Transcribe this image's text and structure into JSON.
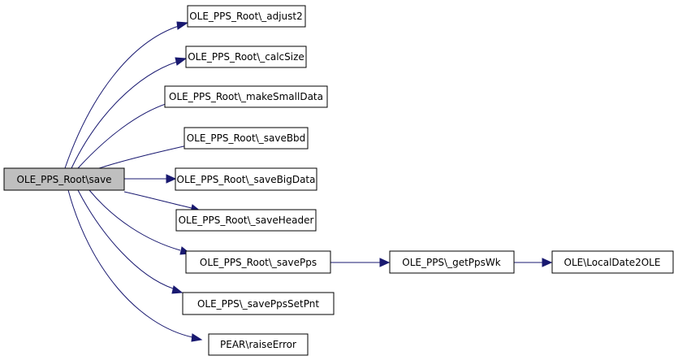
{
  "nodes": {
    "root": "OLE_PPS_Root\\save",
    "adjust2": "OLE_PPS_Root\\_adjust2",
    "calcSize": "OLE_PPS_Root\\_calcSize",
    "makeSmallData": "OLE_PPS_Root\\_makeSmallData",
    "saveBbd": "OLE_PPS_Root\\_saveBbd",
    "saveBigData": "OLE_PPS_Root\\_saveBigData",
    "saveHeader": "OLE_PPS_Root\\_saveHeader",
    "savePps": "OLE_PPS_Root\\_savePps",
    "getPpsWk": "OLE_PPS\\_getPpsWk",
    "localDate2OLE": "OLE\\LocalDate2OLE",
    "savePpsSetPnt": "OLE_PPS\\_savePpsSetPnt",
    "raiseError": "PEAR\\raiseError"
  },
  "edges": [
    [
      "root",
      "adjust2"
    ],
    [
      "root",
      "calcSize"
    ],
    [
      "root",
      "makeSmallData"
    ],
    [
      "root",
      "saveBbd"
    ],
    [
      "root",
      "saveBigData"
    ],
    [
      "root",
      "saveHeader"
    ],
    [
      "root",
      "savePps"
    ],
    [
      "root",
      "savePpsSetPnt"
    ],
    [
      "root",
      "raiseError"
    ],
    [
      "savePps",
      "getPpsWk"
    ],
    [
      "getPpsWk",
      "localDate2OLE"
    ]
  ],
  "colors": {
    "edge": "#191970",
    "root_fill": "#bfbfbf",
    "node_fill": "#ffffff"
  }
}
